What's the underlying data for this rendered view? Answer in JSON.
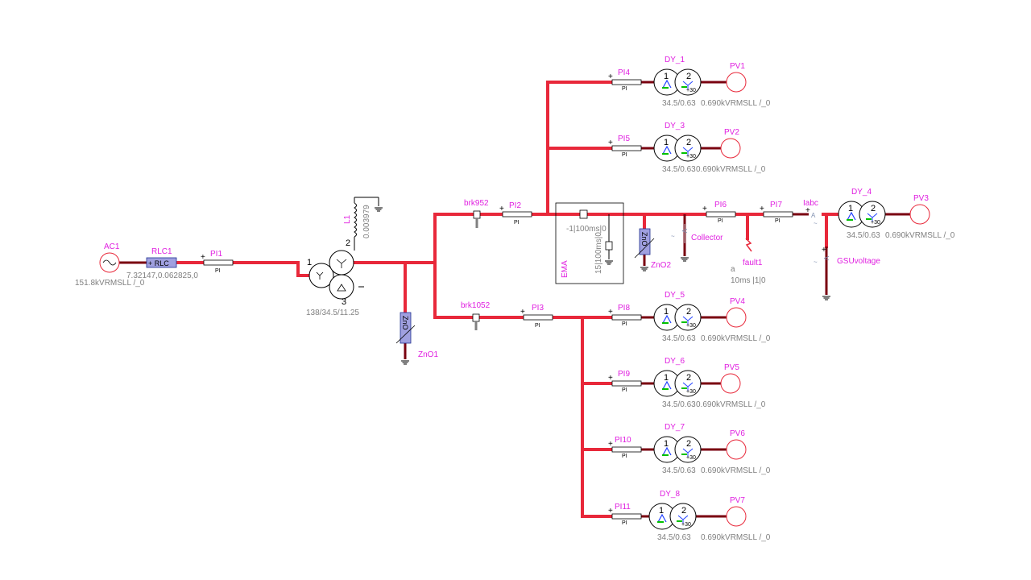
{
  "colors": {
    "bus": "#e8283a",
    "wire": "#7a0010",
    "label": "#e020e0",
    "value": "#808080",
    "winding_green": "#00c000",
    "winding_blue": "#2040ff",
    "zno_fill": "#a0a0e0"
  },
  "source": {
    "name": "AC1",
    "value": "151.8kVRMSLL /_0"
  },
  "rlc": {
    "name": "RLC1",
    "box": "+ RLC",
    "value": "7.32147,0.062825,0"
  },
  "pi_glyph": "PI",
  "pi_names": [
    "PI1",
    "PI2",
    "PI3",
    "PI4",
    "PI5",
    "PI6",
    "PI7",
    "PI8",
    "PI9",
    "PI10",
    "PI11"
  ],
  "main_tx": {
    "value": "138/34.5/11.25",
    "w1": "1",
    "w2": "2",
    "w3": "3",
    "sym_y": "Y",
    "sym_d": "Δ"
  },
  "inductor": {
    "name": "L1",
    "value": "0.003979"
  },
  "arresters": [
    {
      "name": "ZnO1",
      "glyph": "ZnO"
    },
    {
      "name": "ZnO2",
      "glyph": "ZnO"
    }
  ],
  "breakers": [
    "brk952",
    "brk1052"
  ],
  "ema": {
    "label": "EMA",
    "top_value": "-1|100ms|0",
    "side_value": "15|100ms|0"
  },
  "meters": [
    {
      "name": "Collector",
      "glyph": "V"
    },
    {
      "name": "GSUvoltage",
      "glyph": "V"
    }
  ],
  "ammeter": {
    "name": "Iabc",
    "glyph": "A"
  },
  "fault": {
    "name": "fault1",
    "phase": "a",
    "value": "10ms |1|0"
  },
  "dy_units": [
    {
      "name": "DY_1",
      "rating": "34.5/0.63",
      "pv": "PV1",
      "pv_value": "0.690kVRMSLL /_0"
    },
    {
      "name": "DY_3",
      "rating": "34.5/0.63",
      "pv": "PV2",
      "pv_value": "0.690kVRMSLL /_0"
    },
    {
      "name": "DY_4",
      "rating": "34.5/0.63",
      "pv": "PV3",
      "pv_value": "0.690kVRMSLL /_0"
    },
    {
      "name": "DY_5",
      "rating": "34.5/0.63",
      "pv": "PV4",
      "pv_value": "0.690kVRMSLL /_0"
    },
    {
      "name": "DY_6",
      "rating": "34.5/0.63",
      "pv": "PV5",
      "pv_value": "0.690kVRMSLL /_0"
    },
    {
      "name": "DY_7",
      "rating": "34.5/0.63",
      "pv": "PV6",
      "pv_value": "0.690kVRMSLL /_0"
    },
    {
      "name": "DY_8",
      "rating": "34.5/0.63",
      "pv": "PV7",
      "pv_value": "0.690kVRMSLL /_0"
    }
  ],
  "dy_winding": {
    "w1": "1",
    "w2": "2",
    "shift": "+30"
  }
}
